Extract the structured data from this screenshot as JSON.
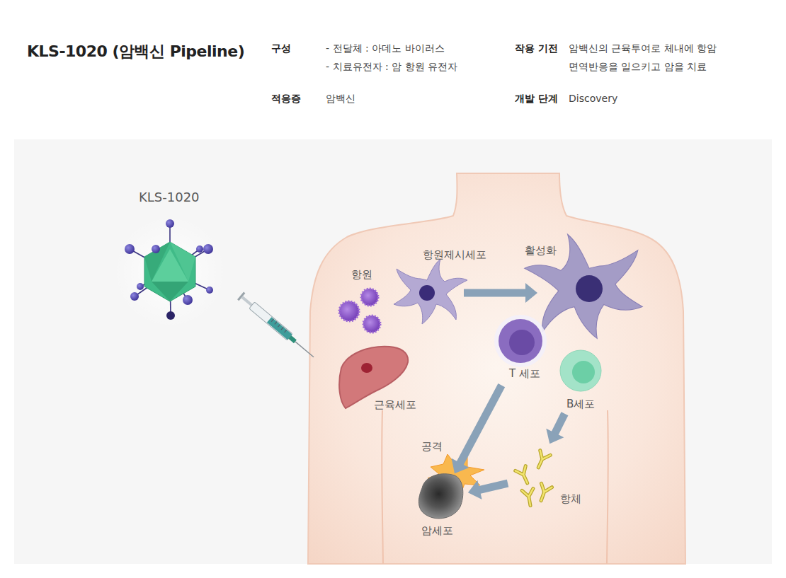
{
  "diagram": {
    "title": "KLS-1020 (암백신 Pipeline)",
    "nodes": [
      {
        "text": [
          "KLS-1020"
        ]
      },
      {
        "text": [
          "항원"
        ]
      },
      {
        "text": [
          "항원제시세포"
        ]
      },
      {
        "text": [
          "활성화"
        ]
      },
      {
        "text": [
          "T 세포"
        ]
      },
      {
        "text": [
          "B세포"
        ]
      },
      {
        "text": [
          "근육세포"
        ]
      },
      {
        "text": [
          "암세포"
        ]
      },
      {
        "text": [
          "항체"
        ]
      }
    ],
    "edges": [
      {
        "from": 2,
        "to": 3,
        "arrow": "to"
      },
      {
        "from": 4,
        "to": 7,
        "arrow": "to"
      },
      {
        "from": 5,
        "to": 8,
        "arrow": "to"
      },
      {
        "from": 8,
        "to": 7,
        "arrow": "to"
      }
    ],
    "labels": [
      "구성",
      "- 전달체 : 아데노 바이러스",
      "- 치료유전자 : 암 항원 유전자",
      "작용 기전",
      "암백신의 근육투여로 체내에 항암 면역반응을 일으키고 암을 치료",
      "적응증",
      "암백신",
      "개발 단계",
      "Discovery",
      "공격"
    ]
  }
}
